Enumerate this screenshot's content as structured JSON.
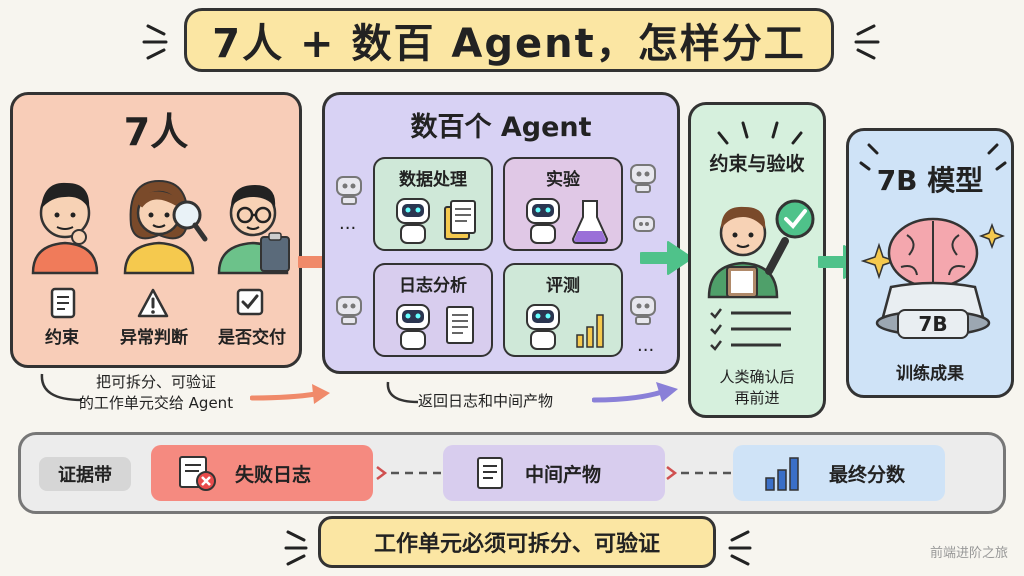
{
  "title": "7人 + 数百 Agent，怎样分工",
  "people_panel": {
    "heading": "7人",
    "roles": [
      {
        "label": "约束",
        "icon": "document-icon"
      },
      {
        "label": "异常判断",
        "icon": "warning-icon"
      },
      {
        "label": "是否交付",
        "icon": "checkbox-icon"
      }
    ],
    "note_line1": "把可拆分、可验证",
    "note_line2": "的工作单元交给 Agent"
  },
  "agents_panel": {
    "heading": "数百个 Agent",
    "cards": [
      {
        "label": "数据处理",
        "icon": "documents-icon"
      },
      {
        "label": "实验",
        "icon": "flask-icon"
      },
      {
        "label": "日志分析",
        "icon": "log-document-icon"
      },
      {
        "label": "评测",
        "icon": "bar-chart-icon"
      }
    ],
    "ellipsis": "...",
    "return_note": "返回日志和中间产物"
  },
  "verify_panel": {
    "heading": "约束与验收",
    "note_line1": "人类确认后",
    "note_line2": "再前进"
  },
  "model_panel": {
    "heading": "7B 模型",
    "plate": "7B",
    "caption": "训练成果"
  },
  "evidence": {
    "label": "证据带",
    "items": [
      "失败日志",
      "中间产物",
      "最终分数"
    ]
  },
  "footer": "工作单元必须可拆分、可验证",
  "watermark": "前端进阶之旅",
  "colors": {
    "people": "#f8cdb8",
    "agents": "#d8d2f4",
    "verify": "#d6f0dd",
    "model": "#cfe3f7",
    "title": "#fbe6a3",
    "arrow_orange": "#f08a6a",
    "arrow_green": "#4fc28a",
    "arrow_purple": "#8a80d8"
  }
}
